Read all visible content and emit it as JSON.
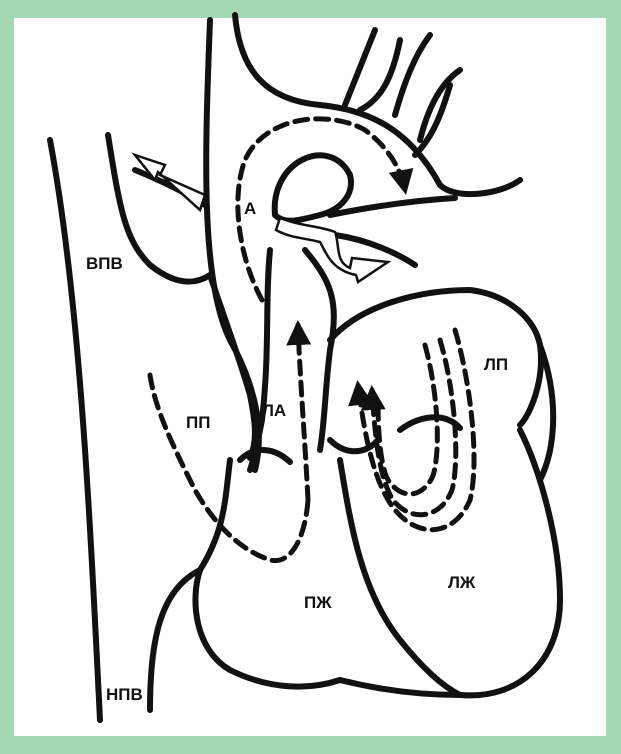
{
  "diagram": {
    "labels": {
      "svc": "ВПВ",
      "ivc": "НПВ",
      "aorta": "А",
      "right_atrium": "ПП",
      "pulmonary_artery": "ЛА",
      "left_atrium": "ЛП",
      "right_ventricle": "ПЖ",
      "left_ventricle": "ЛЖ"
    },
    "colors": {
      "background": "#a6d8b4",
      "paper": "#ffffff",
      "ink": "#111111"
    }
  }
}
